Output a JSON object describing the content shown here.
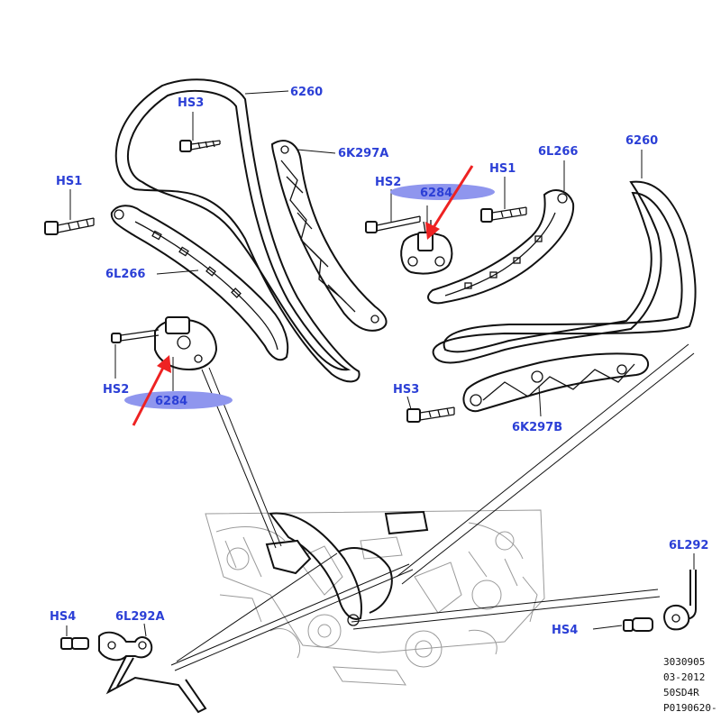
{
  "labels": {
    "chain_left": "6260",
    "chain_right": "6260",
    "hs3_top": "HS3",
    "guide_6k297a": "6K297A",
    "hs1_left": "HS1",
    "hs2_top": "HS2",
    "tensioner_top": "6284",
    "hs1_right": "HS1",
    "guide_6l266_right": "6L266",
    "guide_6l266_left": "6L266",
    "hs2_left": "HS2",
    "tensioner_left": "6284",
    "hs3_right": "HS3",
    "guide_6k297b": "6K297B",
    "hs4_left": "HS4",
    "bracket_6l292a": "6L292A",
    "bracket_6l292": "6L292",
    "hs4_right": "HS4"
  },
  "reference": {
    "line1": "3030905",
    "line2": "03-2012",
    "line3": "50SD4R",
    "line4": "P0190620-"
  },
  "colors": {
    "label": "#2b3fd6",
    "highlight": "#8f96ee",
    "arrow": "#ee2222",
    "ink": "#111111",
    "engine": "#9a9a9a"
  }
}
